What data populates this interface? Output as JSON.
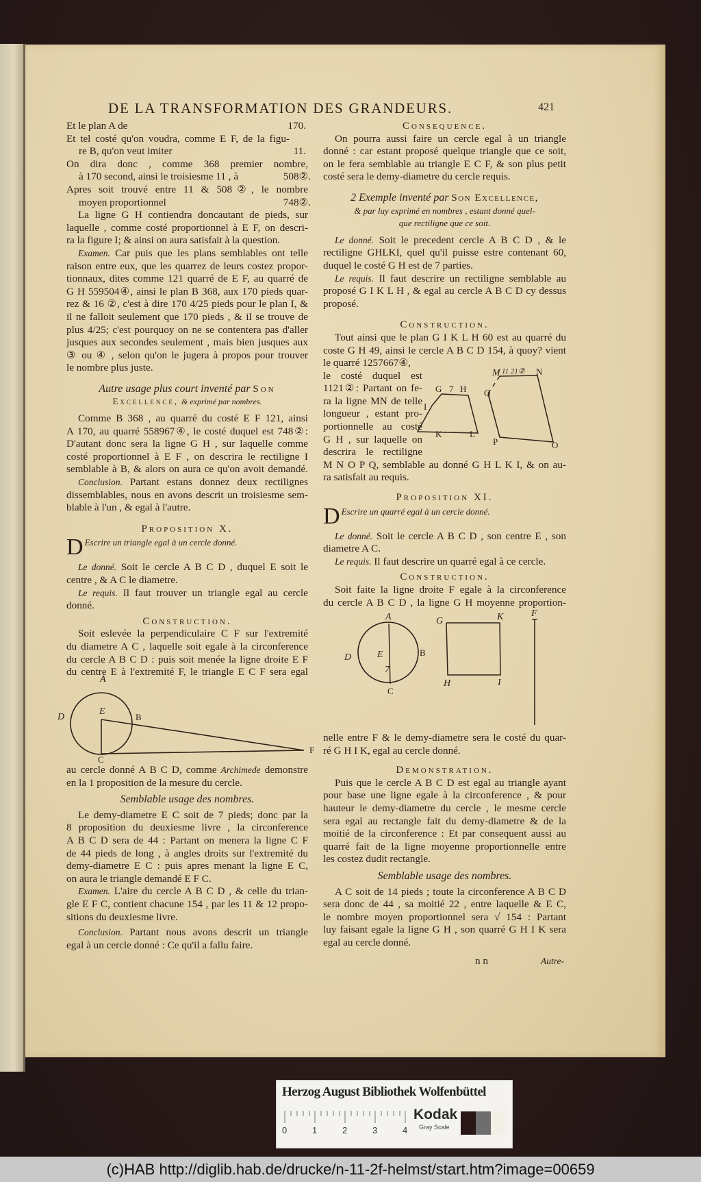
{
  "running_header": {
    "title": "DE LA TRANSFORMATION DES GRANDEURS.",
    "page_number": "421"
  },
  "left_column": {
    "intro_lines": [
      {
        "text": "Et le plan A de",
        "value": "170."
      },
      {
        "text": "Et tel costé qu'on voudra, comme E F, de la figu-"
      },
      {
        "text": "re B, qu'on veut imiter",
        "value": "11."
      },
      {
        "text": "On dira donc , comme 368 premier nombre,"
      },
      {
        "text": "à 170 second, ainsi le troisiesme 11 , à",
        "value": "508②."
      },
      {
        "text": "Apres soit trouvé entre 11 & 508②, le nombre"
      },
      {
        "text": "moyen proportionnel",
        "value": "748②."
      }
    ],
    "para1": [
      "La ligne G H contiendra doncautant de pieds, sur",
      "laquelle , comme costé proportionnel à E F, on descri-",
      "ra la figure I; & ainsi on aura satisfait à la question."
    ],
    "examen_label": "Examen.",
    "examen": [
      "Car puis que les plans semblables ont telle",
      "raison entre eux, que les quarrez de leurs costez propor-",
      "tionnaux, dites comme 121 quarré de E F, au quarré de",
      "G H 559504④, ainsi le plan B 368, aux 170 pieds quar-",
      "rez & 16 ②, c'est à dire 170 4/25 pieds pour le plan I, &",
      "il ne falloit seulement que 170 pieds , & il se trouve de",
      "plus 4/25; c'est pourquoy on ne se contentera pas d'aller",
      "jusques aux secondes seulement , mais bien jusques aux",
      "③ ou ④ , selon qu'on le jugera à propos pour trouver",
      "le nombre plus juste."
    ],
    "autre_heading_1": "Autre usage plus court inventé par",
    "autre_heading_son": "Son",
    "autre_heading_excellence": "Excellence,",
    "autre_heading_2": "& exprimé par nombres.",
    "comme": [
      "Comme B 368 , au quarré du costé E F 121, ainsi",
      "A 170, au quarré 558967④, le costé duquel est 748②:",
      "D'autant donc sera la ligne G H , sur laquelle comme",
      "costé proportionnel à E F , on descrira le rectiligne I",
      "semblable à B, & alors on aura ce qu'on avoit demandé."
    ],
    "conclusion_label": "Conclusion.",
    "conclusion": [
      "Partant estans donnez deux rectilignes",
      "dissemblables, nous en avons descrit un troisiesme sem-",
      "blable à l'un , & egal à l'autre."
    ],
    "prop_x_title": "Proposition X.",
    "prop_x_dropcap": "D",
    "prop_x_statement": "Escrire un triangle egal à un cercle donné.",
    "le_donne_label": "Le donné.",
    "le_donne": [
      "Soit le cercle A B C D , duquel E soit le",
      "centre , & A C le diametre."
    ],
    "le_requis_label": "Le requis.",
    "le_requis": [
      "Il faut trouver un triangle egal au cercle",
      "donné."
    ],
    "construction_title": "Construction.",
    "construction": [
      "Soit eslevée la perpendiculaire C F sur l'extremité",
      "du diametre A C , laquelle soit egale à la circonference",
      "du cercle A B C D : puis soit menée la ligne droite E F",
      "du centre E à l'extremité F, le triangle E C F sera egal"
    ],
    "figure_labels": {
      "A": "A",
      "B": "B",
      "C": "C",
      "D": "D",
      "E": "E",
      "F": "F"
    },
    "after_figure": [
      "au cercle donné A B C D, comme",
      "demonstre",
      "en la 1 proposition de la mesure du cercle."
    ],
    "archimede": "Archimede",
    "semblable_title": "Semblable usage des nombres.",
    "semblable": [
      "Le demy-diametre E C soit de 7 pieds; donc par la",
      "8 proposition du deuxiesme livre , la circonference",
      "A B C D sera de 44 : Partant on menera la ligne C F",
      "de 44 pieds de long , à angles droits sur l'extremité du",
      "demy-diametre E C : puis apres menant la ligne E C,",
      "on aura le triangle demandé E F C."
    ],
    "examen2_label": "Examen.",
    "examen2": [
      "L'aire du cercle A B C D , & celle du trian-",
      "gle E F C, contient chacune 154 , par les 11 & 12 propo-",
      "sitions du deuxiesme livre."
    ],
    "conclusion2_label": "Conclusion.",
    "conclusion2": [
      "Partant nous avons descrit un triangle",
      "egal à un cercle donné : Ce qu'il a fallu faire."
    ]
  },
  "right_column": {
    "consequence_title": "Consequence.",
    "consequence": [
      "On pourra aussi faire un cercle egal à un triangle",
      "donné : car estant proposé quelque triangle que ce soit,",
      "on le fera semblable au triangle E C F, & son plus petit",
      "costé sera le demy-diametre du cercle requis."
    ],
    "exemple_heading_1": "2 Exemple inventé par",
    "exemple_heading_sc": "Son Excellence,",
    "exemple_heading_2": "& par luy exprimé en nombres , estant donné quel-",
    "exemple_heading_3": "que rectiligne que ce soit.",
    "le_donne_label": "Le donné.",
    "le_donne": [
      "Soit le precedent cercle A B C D , & le",
      "rectiligne GHLKI, quel qu'il puisse estre contenant 60,",
      "duquel le costé G H est de 7 parties."
    ],
    "le_requis_label": "Le requis.",
    "le_requis": [
      "Il faut descrire un rectiligne semblable au",
      "proposé G I K L H , & egal au cercle A B C D cy dessus",
      "proposé."
    ],
    "construction_title": "Construction.",
    "construction_full": [
      "Tout ainsi que le plan G I K L H 60 est au quarré du",
      "coste G H 49, ainsi le cercle A B C D 154, à quoy? vient"
    ],
    "construction_narrow": [
      "le quarré 1257667④,",
      "le costé duquel est",
      "1121②: Partant on fe-",
      "ra la ligne MN de telle",
      "longueur , estant pro-",
      "portionnelle au costé",
      "G H , sur laquelle on",
      "descrira le rectiligne"
    ],
    "construction_end": [
      "M N O P Q, semblable au donné G H L K I, & on au-",
      "ra satisfait au requis."
    ],
    "polygon_labels": {
      "G": "G",
      "seven": "7",
      "H": "H",
      "I": "I",
      "K": "K",
      "L": "L",
      "M": "M",
      "MN_value": "11 21②",
      "N": "N",
      "Q": "Q",
      "P": "P",
      "O": "O"
    },
    "prop_xi_title": "Proposition XI.",
    "prop_xi_dropcap": "D",
    "prop_xi_statement": "Escrire un quarré egal à un cercle donné.",
    "le_donne2_label": "Le donné.",
    "le_donne2": [
      "Soit le cercle A B C D , son centre E , son",
      "diametre A C."
    ],
    "le_requis2_label": "Le requis.",
    "le_requis2": "Il faut descrire un quarré egal à ce cercle.",
    "construction2_title": "Construction.",
    "construction2": [
      "Soit faite la ligne droite F egale à la circonference",
      "du cercle A B C D , la ligne G H moyenne proportion-"
    ],
    "figure2_labels": {
      "A": "A",
      "B": "B",
      "C": "C",
      "D": "D",
      "E": "E",
      "seven": "7",
      "G": "G",
      "K": "K",
      "H": "H",
      "I": "I",
      "F": "F"
    },
    "after_figure2": [
      "nelle entre F & le demy-diametre sera le costé du quar-",
      "ré G H I K, egal au cercle donné."
    ],
    "demonstration_title": "Demonstration.",
    "demonstration": [
      "Puis que le cercle A B C D est egal au triangle ayant",
      "pour base une ligne egale à la circonference , & pour",
      "hauteur le demy-diametre du cercle , le mesme cercle",
      "sera egal au rectangle fait du demy-diametre & de la",
      "moitié de la circonference : Et par consequent aussi au",
      "quarré fait de la ligne moyenne proportionnelle entre",
      "les costez dudit rectangle."
    ],
    "semblable_title": "Semblable usage des nombres.",
    "semblable": [
      "A C soit de 14 pieds ; toute la circonference A B C D",
      "sera donc de 44 , sa moitié 22 , entre laquelle & E C,",
      "le nombre moyen proportionnel sera √ 154 : Partant",
      "luy faisant egale la ligne G H , son quarré G H I K sera",
      "egal au cercle donné."
    ],
    "signature": "n n",
    "catchword": "Autre-"
  },
  "scan_label": {
    "title": "Herzog August Bibliothek Wolfenbüttel",
    "ruler_ticks": [
      "0",
      "1",
      "2",
      "3",
      "4"
    ],
    "brand": "Kodak",
    "brand_sub": "Gray Scale",
    "swatches": [
      "#2a1616",
      "#6e6e6e",
      "#f1efe6"
    ]
  },
  "footer": {
    "text": "(c)HAB http://diglib.hab.de/drucke/n-11-2f-helmst/start.htm?image=00659"
  }
}
